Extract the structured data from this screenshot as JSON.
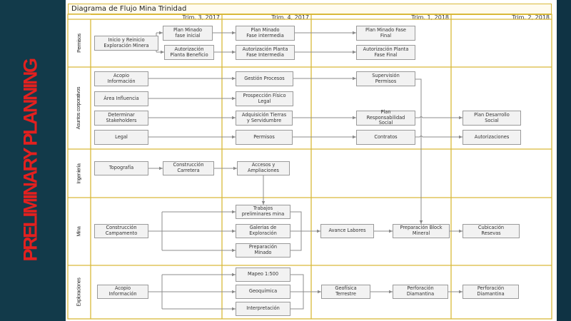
{
  "side_title": "PRELIMINARY PLANNING",
  "diagram": {
    "title": "Diagrama de Flujo Mina Trinidad",
    "columns": [
      "Trim. 3, 2017",
      "Trim. 4, 2017",
      "Trim. 1, 2018",
      "Trim. 2, 2018"
    ],
    "lanes": [
      "Permisos",
      "Asuntos corporativos",
      "Ingeniería",
      "Mina",
      "Exploraciones"
    ],
    "boxes": {
      "inicio": "Inicio y Reinicio\nExploración Minera",
      "plan_inicial": "Plan Minado\nfase inicial",
      "aut_beneficio": "Autorización\nPlanta Beneficio",
      "plan_intermedia": "Plan Minado\nFase intermedia",
      "aut_intermedia": "Autorización Planta\nFase Intermedia",
      "plan_final": "Plan Minado Fase\nFinal",
      "aut_final": "Autorización Planta\nFase Final",
      "acopio": "Acopio\nInformación",
      "area": "Área Influencia",
      "stakeholders": "Determinar\nStakeholders",
      "legal": "Legal",
      "gestion": "Gestión Procesos",
      "prospeccion": "Prospección Físico\nLegal",
      "adquisicion": "Adquisición Tierras\ny Servidumbre",
      "permisos": "Permisos",
      "supervision": "Supervisión\nPermisos",
      "responsabilidad": "Plan\nResponsabilidad\nSocial",
      "contratos": "Contratos",
      "desarrollo": "Plan Desarrollo\nSocial",
      "autorizaciones": "Autorizaciones",
      "topografia": "Topografía",
      "carretera": "Construcción\nCarretera",
      "accesos": "Accesos y\nAmpliaciones",
      "campamento": "Construcción\nCampamento",
      "trabajos": "Trabajos\npreliminares mina",
      "galerias": "Galerias de\nExploración",
      "prep_minado": "Preparación\nMinado",
      "avance": "Avance Labores",
      "block": "Preparación Block\nMineral",
      "cubicacion": "Cubicación\nResevas",
      "acopio_exp": "Acopio\nInformación",
      "mapeo": "Mapeo 1:500",
      "geoquimica": "Geoquímica",
      "interpretacion": "Interpretación",
      "geofisica": "Geofísica\nTerrestre",
      "perforacion1": "Perforación\nDiamantina",
      "perforacion2": "Perforación\nDiamantina"
    }
  },
  "colors": {
    "accent_red": "#e3201f",
    "background": "#123a4a",
    "grid": "#d9b93a"
  }
}
